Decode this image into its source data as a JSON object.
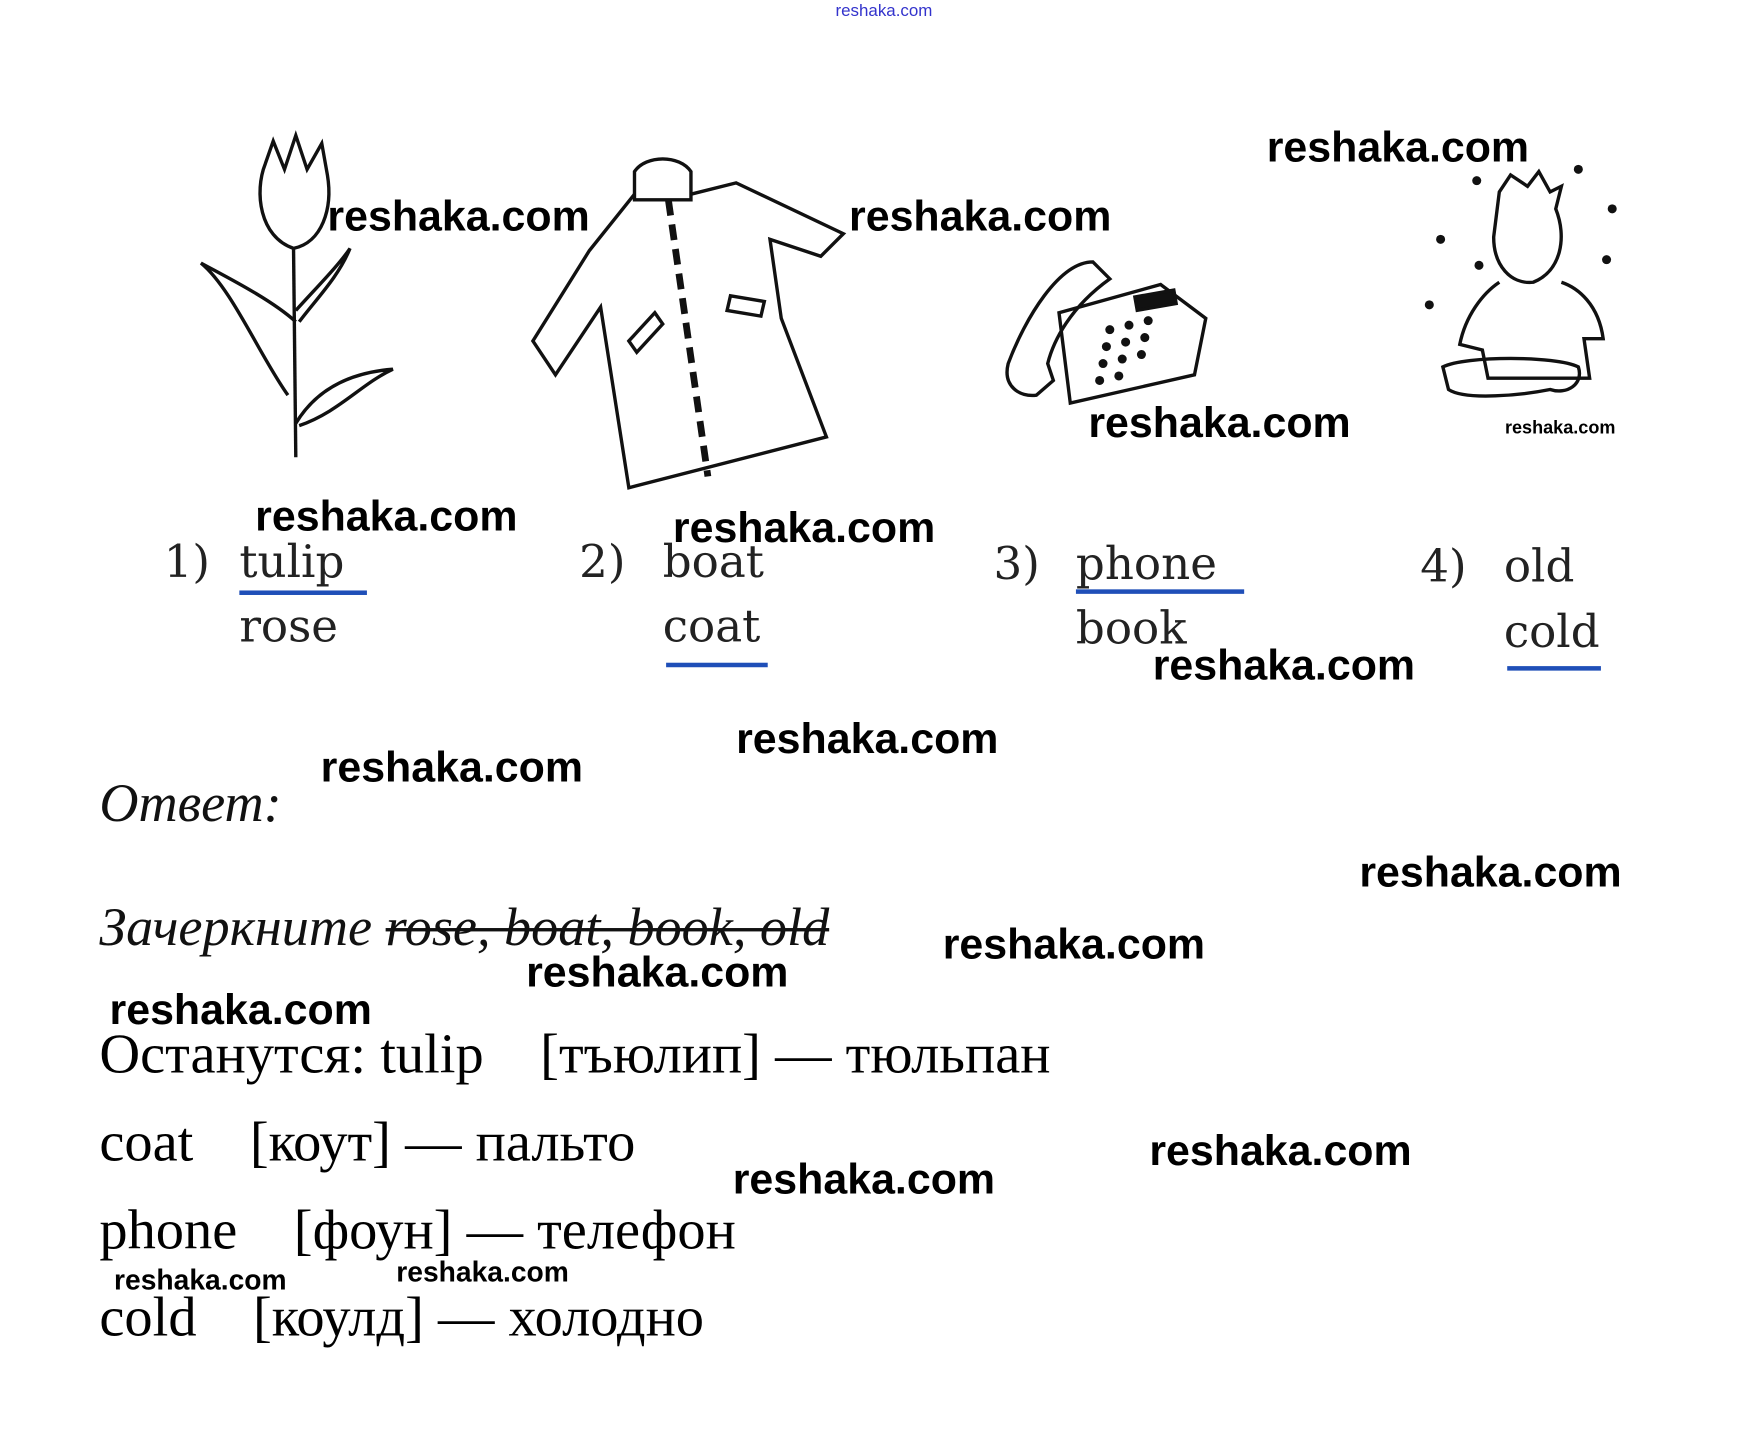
{
  "watermark_text": "reshaka.com",
  "header": {
    "site": "reshaka.com"
  },
  "pictures": [
    {
      "icon": "tulip-icon"
    },
    {
      "icon": "coat-icon"
    },
    {
      "icon": "phone-icon"
    },
    {
      "icon": "cold-boy-icon"
    }
  ],
  "options": [
    {
      "number": "1)",
      "word1": "tulip",
      "word2": "rose",
      "underlined": "word1"
    },
    {
      "number": "2)",
      "word1": "boat",
      "word2": "coat",
      "underlined": "word2"
    },
    {
      "number": "3)",
      "word1": "phone",
      "word2": "book",
      "underlined": "word1"
    },
    {
      "number": "4)",
      "word1": "old",
      "word2": "cold",
      "underlined": "word2"
    }
  ],
  "answer": {
    "heading": "Ответ:",
    "strike_prefix": "Зачеркните",
    "struck_words": "rose, boat, book, old",
    "remain_prefix": "Останутся:",
    "lines": [
      {
        "word": "tulip",
        "transcription": "[тъюлип]",
        "dash": "—",
        "translation": "тюльпан"
      },
      {
        "word": "coat",
        "transcription": "[коут]",
        "dash": "—",
        "translation": "пальто"
      },
      {
        "word": "phone",
        "transcription": "[фоун]",
        "dash": "—",
        "translation": "телефон"
      },
      {
        "word": "cold",
        "transcription": "[коулд]",
        "dash": "—",
        "translation": "холодно"
      }
    ]
  },
  "colors": {
    "underline": "#1f4fb8",
    "top_watermark": "#3333cc"
  }
}
